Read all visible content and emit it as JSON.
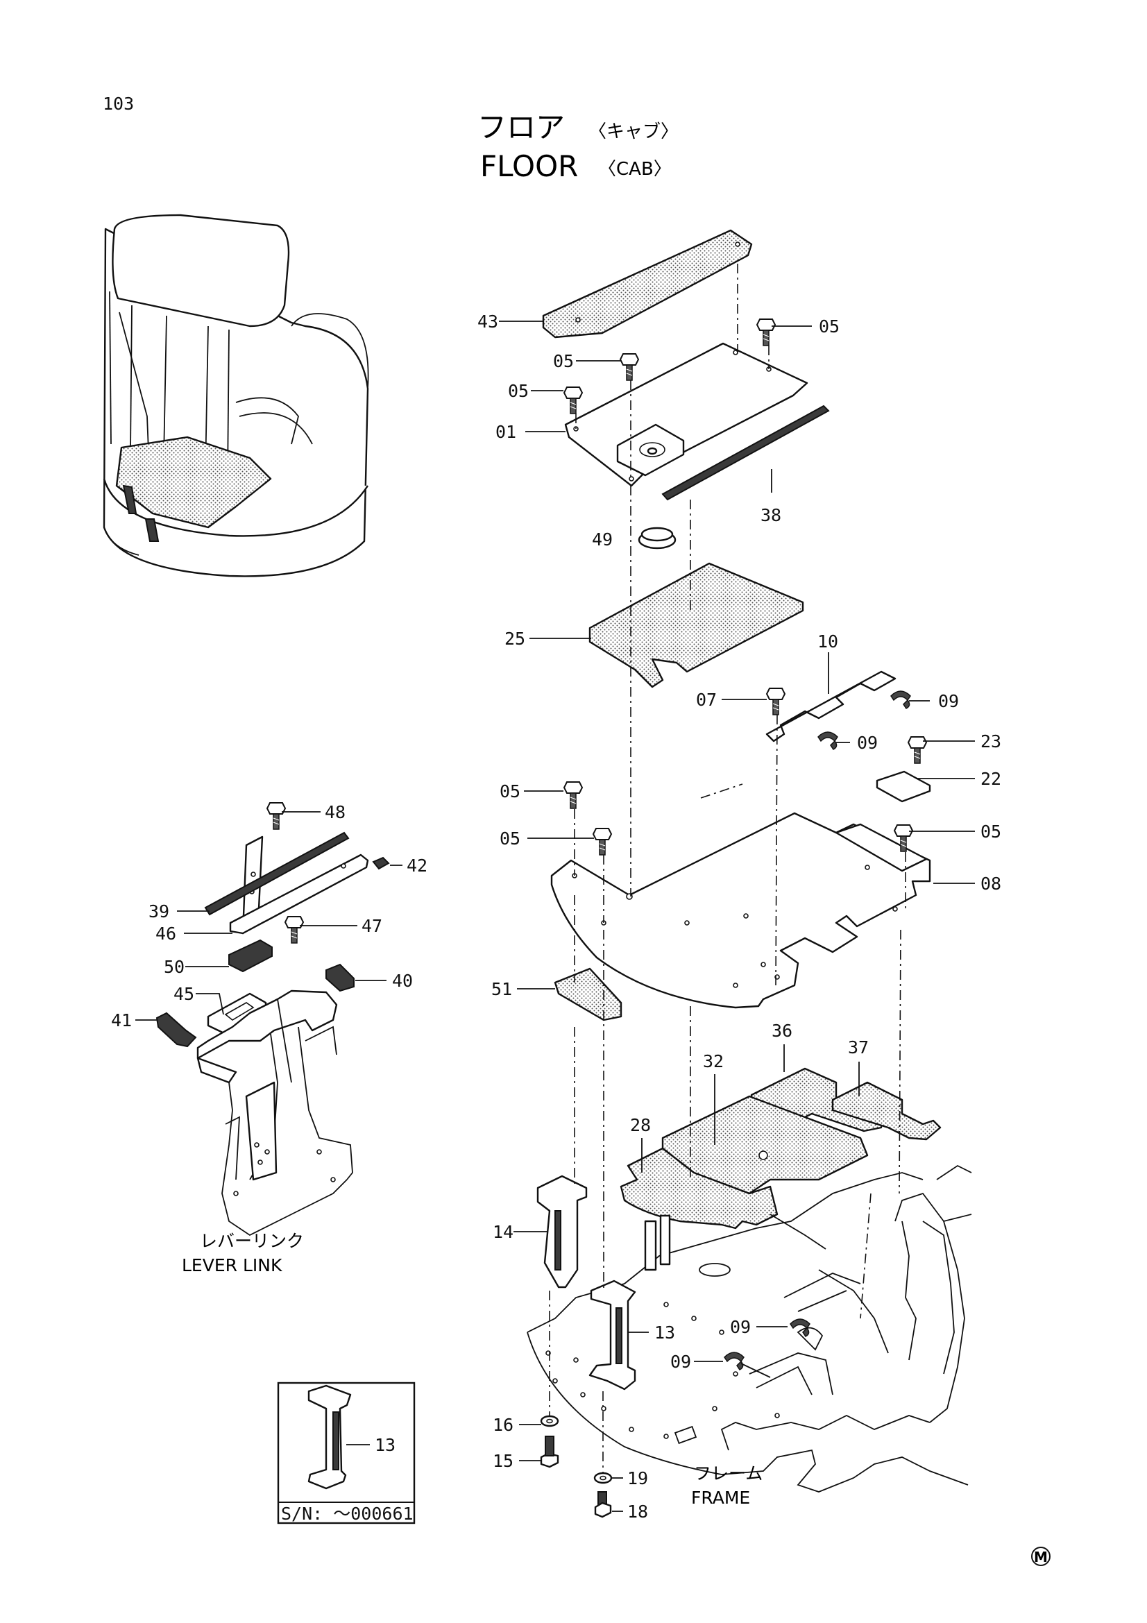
{
  "header": {
    "page_number": "103",
    "title_jp": "フロア",
    "subtitle_jp": "〈キャブ〉",
    "title_en": "FLOOR",
    "subtitle_en": "〈CAB〉"
  },
  "callouts": [
    {
      "text": "43"
    },
    {
      "text": "05"
    },
    {
      "text": "05"
    },
    {
      "text": "05"
    },
    {
      "text": "01"
    },
    {
      "text": "38"
    },
    {
      "text": "49"
    },
    {
      "text": "25"
    },
    {
      "text": "10"
    },
    {
      "text": "07"
    },
    {
      "text": "09"
    },
    {
      "text": "09"
    },
    {
      "text": "23"
    },
    {
      "text": "22"
    },
    {
      "text": "05"
    },
    {
      "text": "05"
    },
    {
      "text": "05"
    },
    {
      "text": "08"
    },
    {
      "text": "51"
    },
    {
      "text": "36"
    },
    {
      "text": "37"
    },
    {
      "text": "32"
    },
    {
      "text": "28"
    },
    {
      "text": "14"
    },
    {
      "text": "13"
    },
    {
      "text": "09"
    },
    {
      "text": "09"
    },
    {
      "text": "16"
    },
    {
      "text": "15"
    },
    {
      "text": "19"
    },
    {
      "text": "18"
    },
    {
      "text": "48"
    },
    {
      "text": "42"
    },
    {
      "text": "39"
    },
    {
      "text": "46"
    },
    {
      "text": "47"
    },
    {
      "text": "50"
    },
    {
      "text": "40"
    },
    {
      "text": "45"
    },
    {
      "text": "41"
    },
    {
      "text": "13"
    }
  ],
  "lever_link": {
    "label_jp": "レバーリンク",
    "label_en": "LEVER LINK"
  },
  "frame": {
    "label_jp": "フレーム",
    "label_en": "FRAME"
  },
  "serial_inset": {
    "serial": "S/N:  ～000661"
  },
  "corner_mark": "M"
}
